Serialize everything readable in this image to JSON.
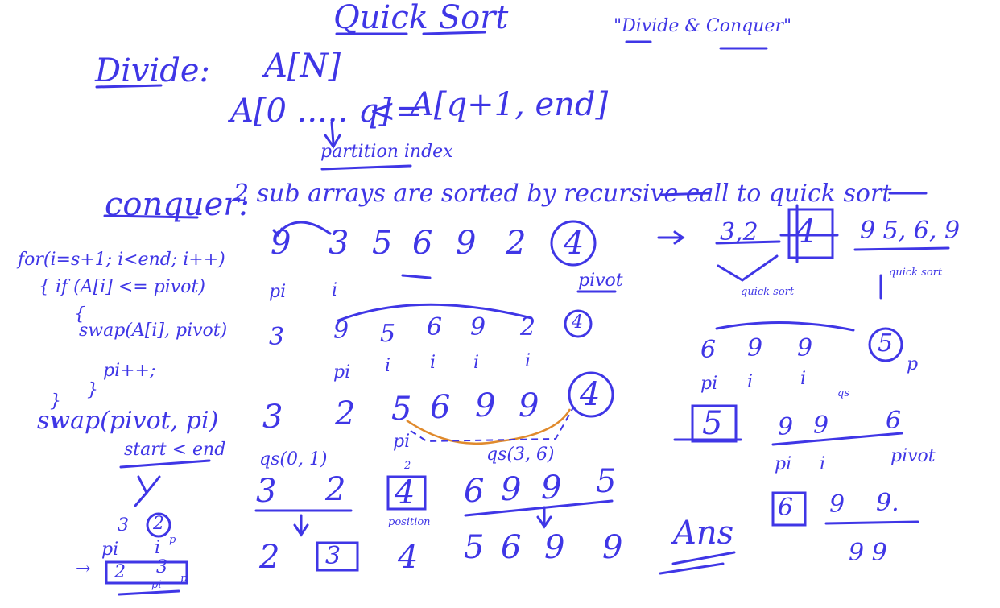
{
  "colors": {
    "ink": "#3f36e6",
    "accent": "#e08a2c",
    "background": "#ffffff"
  },
  "title": "Quick Sort",
  "subtitle": "\"Divide & Conquer\"",
  "divide": {
    "label": "Divide:",
    "array": "A[N]",
    "relation_left": "A[0 ..... q]",
    "relation_op": "<=",
    "relation_right": "A[q+1, end]",
    "partition_label": "partition index"
  },
  "conquer": {
    "label": "conquer:",
    "text": "2 sub arrays are sorted by recursive call to quick sort"
  },
  "code": {
    "line1": "for(i=s+1; i<end; i++)",
    "line2": "{ if (A[i] <= pivot)",
    "line3": "{",
    "line4": "swap(A[i], pivot)",
    "line5": "pi++;",
    "line6": "}",
    "line7": "}",
    "line8": "swap(pivot, pi)",
    "cond": "start < end"
  },
  "trace": {
    "row1": [
      "9",
      "3",
      "5",
      "6",
      "9",
      "2"
    ],
    "row1_pivot": "4",
    "row1_labels": {
      "pi": "pi",
      "i": "i",
      "pivot": "pivot"
    },
    "row2": [
      "3",
      "9",
      "5",
      "6",
      "9",
      "2"
    ],
    "row2_pivot": "4",
    "row2_labels": {
      "pi": "pi",
      "i1": "i",
      "i2": "i",
      "i3": "i",
      "i4": "i"
    },
    "row3": [
      "3",
      "2",
      "5",
      "6",
      "9",
      "9"
    ],
    "row3_pivot": "4",
    "row3_labels": {
      "pi": "pi",
      "qs_left": "qs(0, 1)",
      "qs_right": "qs(3, 6)",
      "two": "2"
    },
    "row4_left": [
      "3",
      "2"
    ],
    "row4_mid": "4",
    "row4_right": [
      "6",
      "9",
      "9",
      "5"
    ],
    "row4_position_label": "position",
    "row5_left": [
      "2",
      "3"
    ],
    "row5_mid": "4",
    "row5_right": [
      "5",
      "6",
      "9",
      "9"
    ],
    "ans": "Ans"
  },
  "side": {
    "arrow": "→",
    "left": "3,2",
    "pivot": "4",
    "right": "9 5, 6, 9",
    "quick_sort_left": "quick sort",
    "quick_sort_right": "quick sort",
    "row_a": [
      "6",
      "9",
      "9"
    ],
    "row_a_circle": "5",
    "row_a_p": "p",
    "row_a_labels": {
      "pi": "pi",
      "i1": "i",
      "i2": "i"
    },
    "qs": "qs",
    "row_b_box": "5",
    "row_b": [
      "9",
      "9",
      "6"
    ],
    "row_b_labels": {
      "pi": "pi",
      "i": "i",
      "pivot": "pivot"
    },
    "row_c_box": "6",
    "row_c": [
      "9",
      "9."
    ],
    "row_d": "9 9"
  },
  "small": {
    "top": [
      "3",
      "2"
    ],
    "labels": {
      "pi": "pi",
      "i": "i",
      "p": "p"
    },
    "bottom": [
      "2",
      "3"
    ],
    "bottom_labels": {
      "pi": "pi",
      "p": "p"
    },
    "arrow": "→"
  }
}
